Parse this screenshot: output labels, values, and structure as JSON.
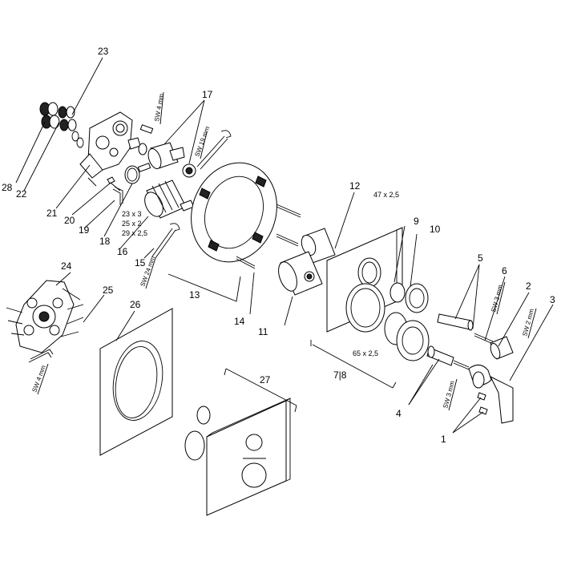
{
  "callouts": {
    "n1": "1",
    "n2": "2",
    "n3": "3",
    "n4": "4",
    "n5": "5",
    "n6": "6",
    "n9": "9",
    "n10": "10",
    "n11": "11",
    "n12": "12",
    "n13": "13",
    "n14": "14",
    "n15": "15",
    "n16": "16",
    "n17": "17",
    "n18": "18",
    "n19": "19",
    "n20": "20",
    "n21": "21",
    "n22": "22",
    "n23": "23",
    "n24": "24",
    "n25": "25",
    "n26": "26",
    "n27": "27",
    "n28": "28",
    "n78": "7|8"
  },
  "dimensions": {
    "d47": "47 x 2,5",
    "d65": "65 x 2,5",
    "d23": "23 x 3",
    "d25": "25 x 2",
    "d29": "29 x 2,5"
  },
  "tool_labels": {
    "sw4_top": "SW 4 mm",
    "sw19": "SW 19 mm",
    "sw24": "SW 24 mm",
    "sw4_left": "SW 4 mm",
    "sw3_upper": "SW 3 mm",
    "sw2": "SW 2 mm",
    "sw3_lower": "SW 3 mm"
  }
}
